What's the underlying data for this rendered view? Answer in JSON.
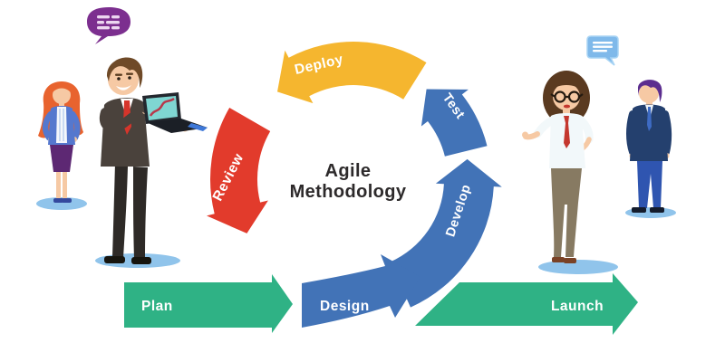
{
  "title": {
    "line1": "Agile",
    "line2": "Methodology"
  },
  "cycle": {
    "direction": "counter-clockwise",
    "steps": [
      {
        "label": "Deploy",
        "color": "#F5B62F"
      },
      {
        "label": "Test",
        "color": "#4273B7"
      },
      {
        "label": "Develop",
        "color": "#4273B7"
      },
      {
        "label": "Review",
        "color": "#E23B2C"
      }
    ]
  },
  "pipeline": {
    "steps": [
      {
        "label": "Plan",
        "color": "#2FB285"
      },
      {
        "label": "Design",
        "color": "#4273B7"
      },
      {
        "label": "Launch",
        "color": "#2FB285"
      }
    ]
  },
  "icons": {
    "left_bubble": "speech-bubble-icon",
    "right_bubble": "speech-bubble-icon"
  },
  "colors": {
    "background": "#FFFFFF",
    "title_text": "#2D2A2B",
    "arrow_label_text": "#FFFFFF",
    "shadow": "#90C4EB",
    "purple_speech_bubble": "#7C2F8F",
    "blue_speech_bubble": "#7FB9EA"
  }
}
